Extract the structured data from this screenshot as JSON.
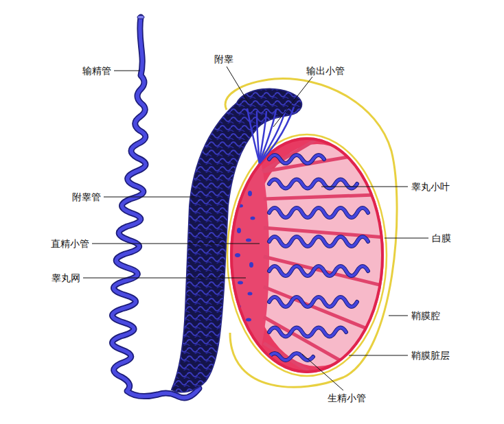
{
  "diagram": {
    "labels": [
      "输精管",
      "附睾",
      "输出小管",
      "附睾管",
      "睾丸小叶",
      "直精小管",
      "白膜",
      "睾丸网",
      "鞘膜腔",
      "鞘膜脏层",
      "生精小管"
    ]
  }
}
